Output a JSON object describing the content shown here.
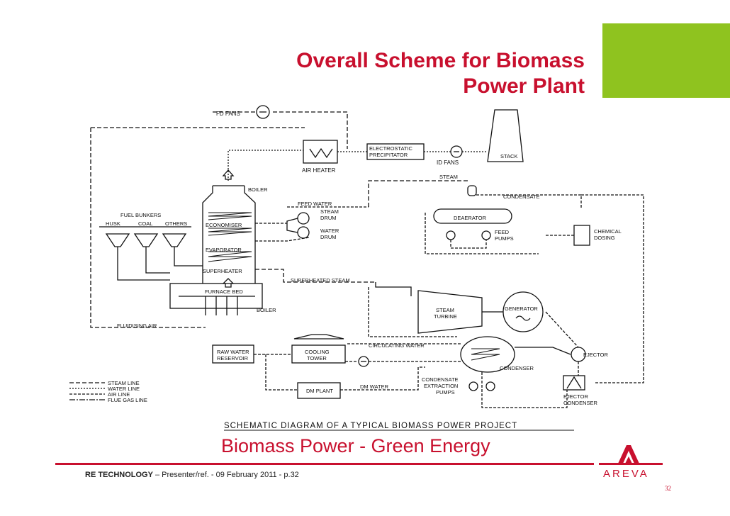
{
  "slide": {
    "title_line1": "Overall Scheme for Biomass",
    "title_line2": "Power Plant",
    "subtitle": "Biomass Power - Green Energy",
    "footer_company": "RE TECHNOLOGY",
    "footer_rest": " – Presenter/ref. - 09 February 2011 - p.32",
    "logo_text": "AREVA",
    "page_number": "32",
    "accent_color": "#c8102e",
    "green_color": "#8fc31f"
  },
  "diagram": {
    "caption": "SCHEMATIC DIAGRAM OF A TYPICAL BIOMASS POWER PROJECT",
    "labels": {
      "fd_fans": "FD FANS",
      "air_heater": "AIR HEATER",
      "esp1": "ELECTROSTATIC",
      "esp2": "PRECIPITATOR",
      "id_fans": "ID FANS",
      "stack": "STACK",
      "boiler_top": "BOILER",
      "feed_water": "FEED WATER",
      "steam": "STEAM",
      "drum": "DRUM",
      "water": "WATER",
      "economiser": "ECONOMISER",
      "evaporator": "EVAPORATOR",
      "superheater": "SUPERHEATER",
      "furnace_bed": "FURNACE BED",
      "boiler_bottom": "BOILER",
      "fuel_bunkers": "FUEL BUNKERS",
      "husk": "HUSK",
      "coal": "COAL",
      "others": "OTHERS",
      "fluidising_air": "FLUIDISING AIR",
      "steam_top": "STEAM",
      "condensate": "CONDENSATE",
      "deaerator": "DEAERATOR",
      "feed": "FEED",
      "pumps": "PUMPS",
      "chemical": "CHEMICAL",
      "dosing": "DOSING",
      "superheated_steam": "SUPERHEATED STEAM",
      "turbine1": "STEAM",
      "turbine2": "TURBINE",
      "generator": "GENERATOR",
      "circulating_water": "CIRCULATING WATER",
      "raw_water1": "RAW WATER",
      "raw_water2": "RESERVOIR",
      "cooling1": "COOLING",
      "cooling2": "TOWER",
      "ejector": "EJECTOR",
      "condenser": "CONDENSER",
      "cond_ext1": "CONDENSATE",
      "cond_ext2": "EXTRACTION",
      "cond_ext3": "PUMPS",
      "dm_plant": "DM PLANT",
      "dm_water": "DM WATER",
      "ejector_cond1": "EJECTOR",
      "ejector_cond2": "CONDENSER"
    },
    "legend": [
      "STEAM LINE",
      "WATER LINE",
      "AIR LINE",
      "FLUE GAS LINE"
    ]
  }
}
